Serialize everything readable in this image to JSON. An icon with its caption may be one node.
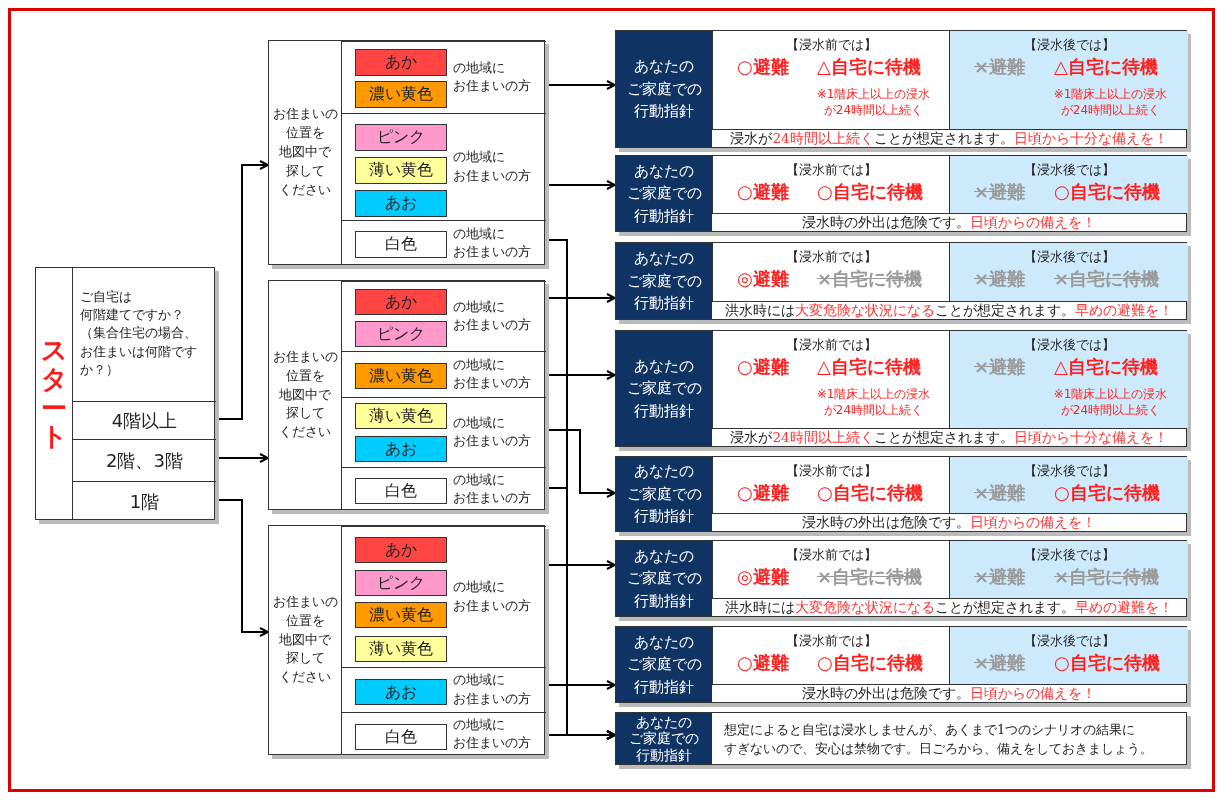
{
  "diagram": {
    "nodes": [
      {
        "text": [
          "スタート",
          "ご自宅は何階建てですか？（集合住宅の場合、お住まいは何階ですか？）"
        ]
      },
      {
        "text": [
          "4階以上"
        ],
        "in": 0
      },
      {
        "text": [
          "2階、3階"
        ],
        "in": 0
      },
      {
        "text": [
          "1階"
        ],
        "in": 0
      },
      {
        "text": [
          "お住まいの位置を地図中で探してください"
        ]
      },
      {
        "text": [
          "の地域にお住まいの方"
        ],
        "in": 4
      },
      {
        "text": [
          "あか"
        ],
        "in": 5
      },
      {
        "text": [
          "濃い黄色"
        ],
        "in": 5
      },
      {
        "text": [
          "の地域にお住まいの方"
        ],
        "in": 4
      },
      {
        "text": [
          "ピンク"
        ],
        "in": 8
      },
      {
        "text": [
          "薄い黄色"
        ],
        "in": 8
      },
      {
        "text": [
          "あお"
        ],
        "in": 8
      },
      {
        "text": [
          "の地域にお住まいの方"
        ],
        "in": 4
      },
      {
        "text": [
          "白色"
        ],
        "in": 12
      },
      {
        "text": [
          "お住まいの位置を地図中で探してください"
        ]
      },
      {
        "text": [
          "の地域にお住まいの方"
        ],
        "in": 14
      },
      {
        "text": [
          "あか"
        ],
        "in": 15
      },
      {
        "text": [
          "ピンク"
        ],
        "in": 15
      },
      {
        "text": [
          "の地域にお住まいの方"
        ],
        "in": 14
      },
      {
        "text": [
          "濃い黄色"
        ],
        "in": 18
      },
      {
        "text": [
          "の地域にお住まいの方"
        ],
        "in": 14
      },
      {
        "text": [
          "薄い黄色"
        ],
        "in": 20
      },
      {
        "text": [
          "あお"
        ],
        "in": 20
      },
      {
        "text": [
          "の地域にお住まいの方"
        ],
        "in": 14
      },
      {
        "text": [
          "白色"
        ],
        "in": 23
      },
      {
        "text": [
          "お住まいの位置を地図中で探してください"
        ]
      },
      {
        "text": [
          "の地域にお住まいの方"
        ],
        "in": 25
      },
      {
        "text": [
          "あか"
        ],
        "in": 26
      },
      {
        "text": [
          "ピンク"
        ],
        "in": 26
      },
      {
        "text": [
          "濃い黄色"
        ],
        "in": 26
      },
      {
        "text": [
          "薄い黄色"
        ],
        "in": 26
      },
      {
        "text": [
          "の地域にお住まいの方"
        ],
        "in": 25
      },
      {
        "text": [
          "あお"
        ],
        "in": 31
      },
      {
        "text": [
          "の地域にお住まいの方"
        ],
        "in": 25
      },
      {
        "text": [
          "白色"
        ],
        "in": 33
      },
      {
        "text": [
          "あなたのご家庭での行動指針",
          "【浸水前では】",
          "○避難",
          "△自宅に待機",
          "※1階床上以上の浸水が24時間以上続く",
          "【浸水後では】",
          "×避難",
          "△自宅に待機",
          "※1階床上以上の浸水が24時間以上続く",
          "浸水が**24時間以上続く**ことが想定されます。**日頃から十分な備えを！**"
        ]
      },
      {
        "text": [
          "あなたのご家庭での行動指針",
          "【浸水前では】",
          "○避難",
          "○自宅に待機",
          "【浸水後では】",
          "×避難",
          "○自宅に待機",
          "浸水時の外出は危険です。**日頃からの備えを！**"
        ]
      },
      {
        "text": [
          "あなたのご家庭での行動指針",
          "【浸水前では】",
          "◎避難",
          "×自宅に待機",
          "【浸水後では】",
          "×避難",
          "×自宅に待機",
          "洪水時には**大変危険な状況になる**ことが想定されます。**早めの避難を！**"
        ]
      },
      {
        "text": [
          "あなたのご家庭での行動指針",
          "【浸水前では】",
          "○避難",
          "△自宅に待機",
          "※1階床上以上の浸水が24時間以上続く",
          "【浸水後では】",
          "×避難",
          "△自宅に待機",
          "※1階床上以上の浸水が24時間以上続く",
          "浸水が**24時間以上続く**ことが想定されます。**日頃から十分な備えを！**"
        ]
      },
      {
        "text": [
          "あなたのご家庭での行動指針",
          "【浸水前では】",
          "○避難",
          "○自宅に待機",
          "【浸水後では】",
          "×避難",
          "○自宅に待機",
          "浸水時の外出は危険です。**日頃からの備えを！**"
        ]
      },
      {
        "text": [
          "あなたのご家庭での行動指針",
          "【浸水前では】",
          "◎避難",
          "×自宅に待機",
          "【浸水後では】",
          "×避難",
          "×自宅に待機",
          "洪水時には**大変危険な状況になる**ことが想定されます。**早めの避難を！**"
        ]
      },
      {
        "text": [
          "あなたのご家庭での行動指針",
          "【浸水前では】",
          "○避難",
          "○自宅に待機",
          "【浸水後では】",
          "×避難",
          "○自宅に待機",
          "浸水時の外出は危険です。**日頃からの備えを！**"
        ]
      },
      {
        "text": [
          "あなたのご家庭での行動指針",
          "想定によると自宅は浸水しませんが、あくまで1つのシナリオの結果にすぎないので、安心は禁物です。日ごろから、備えをしておきましょう。"
        ]
      }
    ],
    "edges": [
      {
        "from": 1,
        "to": 4,
        "arrow": "to"
      },
      {
        "from": 2,
        "to": 14,
        "arrow": "to"
      },
      {
        "from": 3,
        "to": 25,
        "arrow": "to"
      },
      {
        "from": 5,
        "to": 35,
        "arrow": "to"
      },
      {
        "from": 8,
        "to": 36,
        "arrow": "to"
      },
      {
        "from": 12,
        "to": 42,
        "arrow": "to"
      },
      {
        "from": 15,
        "to": 37,
        "arrow": "to"
      },
      {
        "from": 18,
        "to": 38,
        "arrow": "to"
      },
      {
        "from": 20,
        "to": 39,
        "arrow": "to"
      },
      {
        "from": 23,
        "to": 42,
        "arrow": "to"
      },
      {
        "from": 26,
        "to": 40,
        "arrow": "to"
      },
      {
        "from": 31,
        "to": 41,
        "arrow": "to"
      },
      {
        "from": 33,
        "to": 42,
        "arrow": "to"
      }
    ]
  }
}
